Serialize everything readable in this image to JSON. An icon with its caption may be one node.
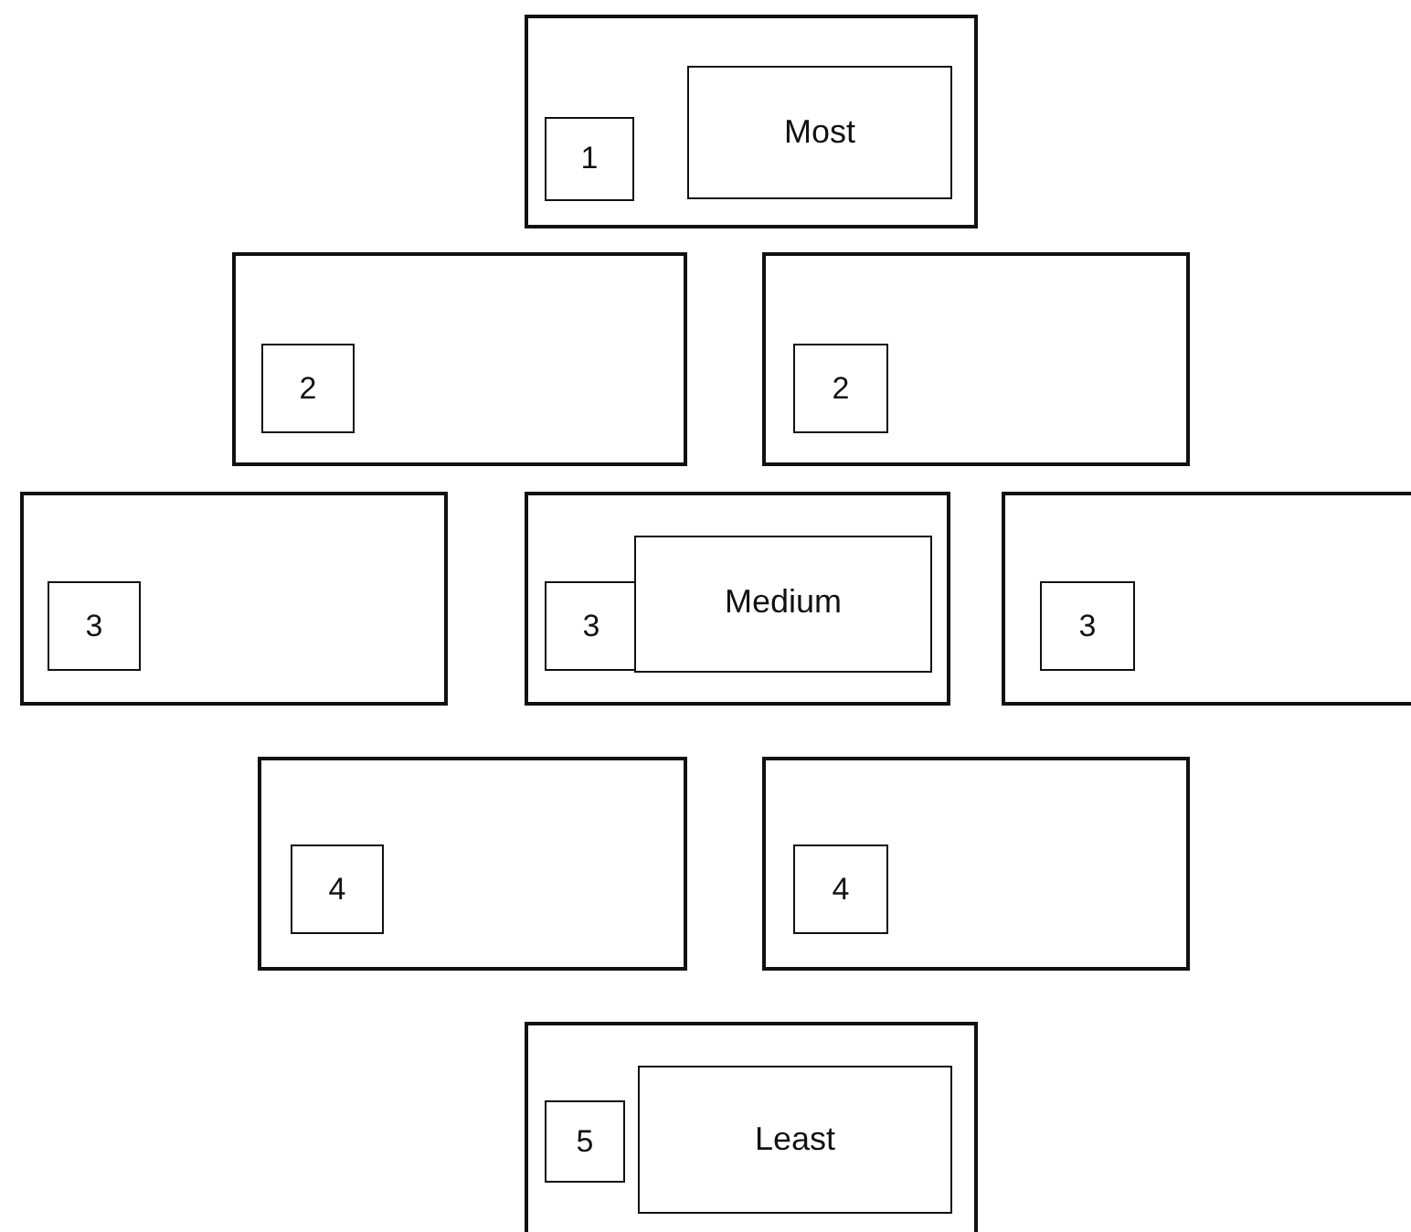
{
  "diagram": {
    "nodes": [
      {
        "text": [],
        "shape": "box"
      },
      {
        "text": [
          "1"
        ],
        "in": 0
      },
      {
        "text": [
          "Most"
        ],
        "in": 0
      },
      {
        "text": [],
        "shape": "box"
      },
      {
        "text": [
          "2"
        ],
        "in": 3
      },
      {
        "text": [],
        "shape": "box"
      },
      {
        "text": [
          "2"
        ],
        "in": 5
      },
      {
        "text": [],
        "shape": "box"
      },
      {
        "text": [
          "3"
        ],
        "in": 7
      },
      {
        "text": [],
        "shape": "box"
      },
      {
        "text": [
          "3"
        ],
        "in": 9
      },
      {
        "text": [
          "Medium"
        ],
        "in": 9
      },
      {
        "text": [],
        "shape": "box"
      },
      {
        "text": [
          "3"
        ],
        "in": 12
      },
      {
        "text": [],
        "shape": "box"
      },
      {
        "text": [
          "4"
        ],
        "in": 14
      },
      {
        "text": [],
        "shape": "box"
      },
      {
        "text": [
          "4"
        ],
        "in": 16
      },
      {
        "text": [],
        "shape": "box"
      },
      {
        "text": [
          "5"
        ],
        "in": 18
      },
      {
        "text": [
          "Least"
        ],
        "in": 18
      }
    ]
  }
}
